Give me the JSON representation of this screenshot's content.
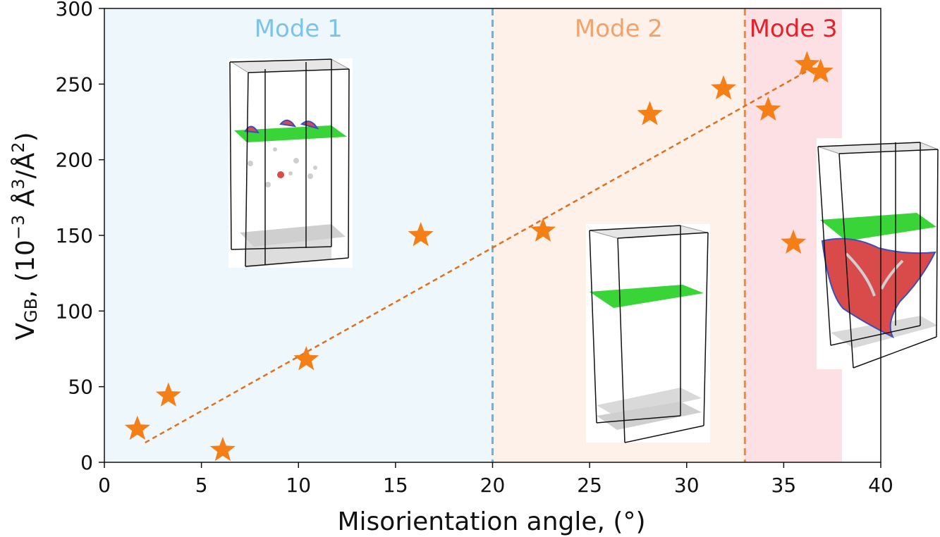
{
  "chart_data": {
    "type": "scatter",
    "xlabel": "Misorientation angle, (°)",
    "ylabel": {
      "main": "V",
      "sub": "GB",
      "rest": ", (10",
      "exp": "−3",
      "unit": " Å",
      "unit_exp": "3",
      "tail": "/Å",
      "tail_exp": "2",
      "close": ")"
    },
    "xlim": [
      0,
      40
    ],
    "ylim": [
      0,
      300
    ],
    "x_ticks": [
      0,
      5,
      10,
      15,
      20,
      25,
      30,
      35,
      40
    ],
    "y_ticks": [
      0,
      50,
      100,
      150,
      200,
      250,
      300
    ],
    "grid": false,
    "regions": [
      {
        "label": "Mode 1",
        "x_range": [
          0,
          20
        ],
        "fill": "#eef7fc",
        "label_color": "#7cc3ea",
        "boundary_color": "#5cb8ea"
      },
      {
        "label": "Mode 2",
        "x_range": [
          20,
          33
        ],
        "fill": "#fdf1e9",
        "label_color": "#f2a36a",
        "boundary_color": "#f08a3a"
      },
      {
        "label": "Mode 3",
        "x_range": [
          33,
          38
        ],
        "fill": "#fde0e3",
        "label_color": "#e8202a",
        "boundary_color": null
      }
    ],
    "series": [
      {
        "marker": "star",
        "color": "#f57f17",
        "points": [
          {
            "x": 1.7,
            "y": 22
          },
          {
            "x": 3.3,
            "y": 44
          },
          {
            "x": 6.1,
            "y": 8
          },
          {
            "x": 10.4,
            "y": 68
          },
          {
            "x": 16.3,
            "y": 150
          },
          {
            "x": 22.6,
            "y": 153
          },
          {
            "x": 28.1,
            "y": 230
          },
          {
            "x": 31.9,
            "y": 247
          },
          {
            "x": 34.2,
            "y": 233
          },
          {
            "x": 35.5,
            "y": 145
          },
          {
            "x": 36.2,
            "y": 263
          },
          {
            "x": 36.9,
            "y": 258
          }
        ]
      }
    ],
    "trendline": {
      "style": "dashed",
      "color": "#e0701e",
      "from": {
        "x": 2.1,
        "y": 13
      },
      "to": {
        "x": 36.4,
        "y": 260
      }
    },
    "insets": [
      {
        "name": "mode-1-structure",
        "gb_plane": "green",
        "features": "red-grains-at-gb-and-scattered-voids"
      },
      {
        "name": "mode-2-structure",
        "gb_plane": "green",
        "features": "flat-gb-plane"
      },
      {
        "name": "mode-3-structure",
        "gb_plane": "green",
        "features": "large-red-grains-below-gb"
      }
    ]
  }
}
